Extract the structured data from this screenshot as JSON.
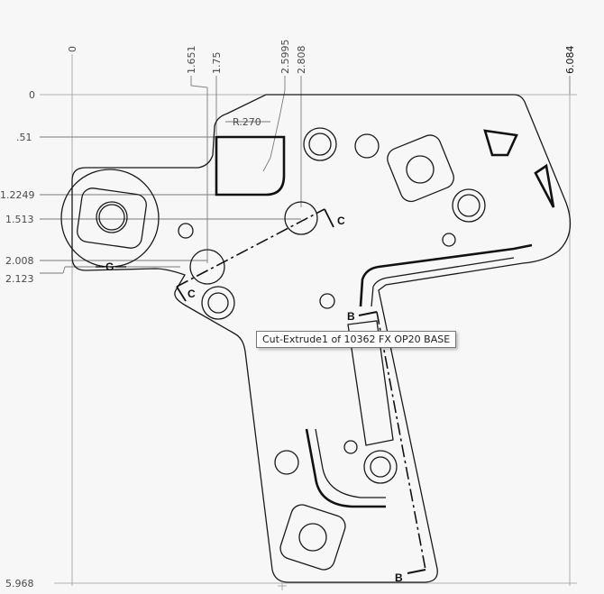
{
  "drawing": {
    "x_dims": [
      "0",
      "1.651",
      "1.75",
      "2.5995",
      "2.808",
      "6.084"
    ],
    "y_dims": [
      "0",
      ".51",
      "1.2249",
      "1.513",
      "2.008",
      "2.123",
      "5.968"
    ],
    "radius_label": "R.270",
    "section_labels": {
      "c_top": "C",
      "c_left": "C",
      "g": "G",
      "b_top": "B",
      "b_bottom": "B"
    }
  },
  "tooltip": {
    "text": "Cut-Extrude1 of 10362 FX OP20 BASE"
  },
  "colors": {
    "background": "#f7f7f7",
    "part_line": "#1a1a1a",
    "dimension_line": "#7a7a7a"
  }
}
